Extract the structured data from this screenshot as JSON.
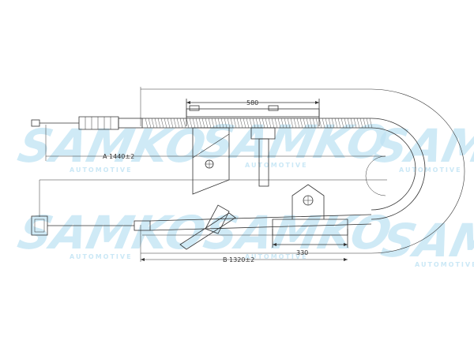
{
  "watermark": {
    "brand": "SAMKO",
    "tagline": "AUTOMOTIVE",
    "color": "#bfe3f4"
  },
  "dimensions": {
    "top": "580",
    "a": "A 1440±2",
    "b": "B 1320±2",
    "bottom": "330"
  },
  "colors": {
    "line": "#333333",
    "accent": "#bfe3f4"
  }
}
